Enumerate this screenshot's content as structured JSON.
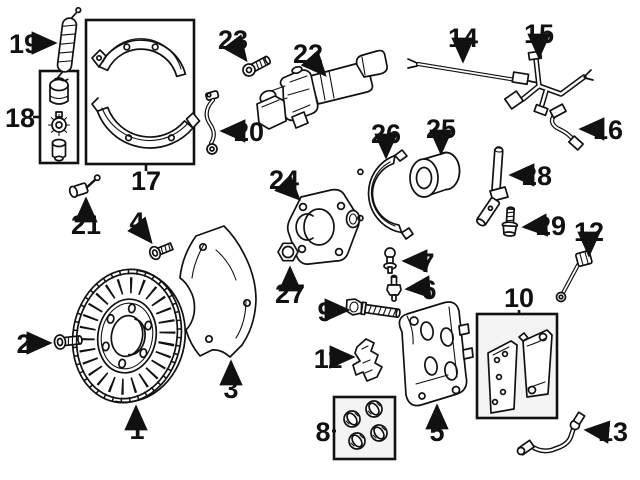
{
  "labels": {
    "1": "1",
    "2": "2",
    "3": "3",
    "4": "4",
    "5": "5",
    "6": "6",
    "7": "7",
    "8": "8",
    "9": "9",
    "10": "10",
    "11": "11",
    "12": "12",
    "13": "13",
    "14": "14",
    "15": "15",
    "16": "16",
    "17": "17",
    "18": "18",
    "19": "19",
    "20": "20",
    "21": "21",
    "22": "22",
    "23": "23",
    "24": "24",
    "25": "25",
    "26": "26",
    "27": "27",
    "28": "28",
    "29": "29"
  },
  "colors": {
    "line_color": "#111111",
    "background": "#ffffff",
    "box_fill": "#f4f4f4"
  }
}
